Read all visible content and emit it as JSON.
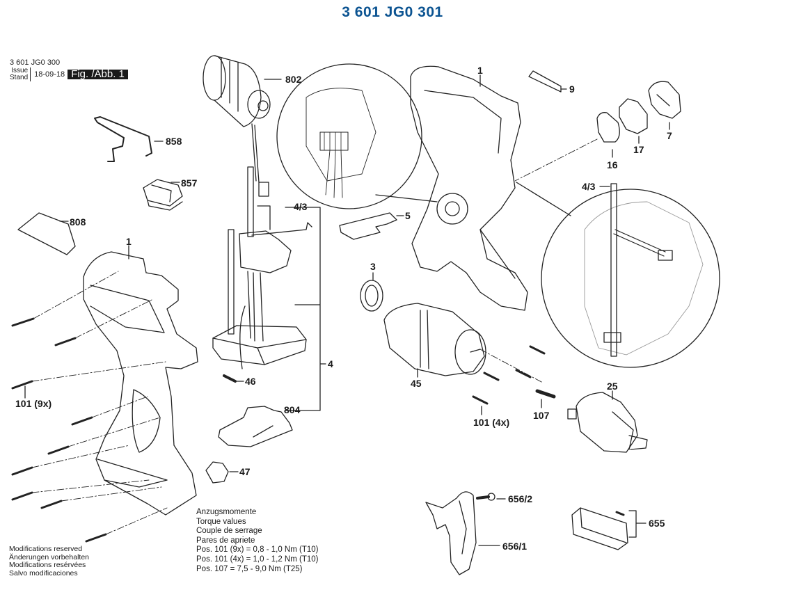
{
  "header": {
    "title": "3 601 JG0 301",
    "title_color": "#0b5391"
  },
  "meta": {
    "base_code": "3 601 JG0 300",
    "issue_label": "Issue",
    "stand_label": "Stand",
    "date": "18-09-18",
    "figure": "Fig. /Abb. 1"
  },
  "parts": {
    "p802": "802",
    "p858": "858",
    "p857": "857",
    "p808": "808",
    "p1_left": "1",
    "p1_right": "1",
    "p9": "9",
    "p7": "7",
    "p17": "17",
    "p16": "16",
    "p4_3_center": "4/3",
    "p4_3_detail": "4/3",
    "p5": "5",
    "p3": "3",
    "p4": "4",
    "p46": "46",
    "p804": "804",
    "p47": "47",
    "p45": "45",
    "p25": "25",
    "p107": "107",
    "p101_4x": "101 (4x)",
    "p101_9x": "101 (9x)",
    "p656_2": "656/2",
    "p656_1": "656/1",
    "p655": "655"
  },
  "torque": {
    "lines": [
      "Anzugsmomente",
      "Torque values",
      "Couple de serrage",
      "Pares de apriete"
    ],
    "values": [
      {
        "pos": "Pos. 101",
        "qty": "(9x)",
        "value": "= 0,8 - 1,0 Nm (T10)"
      },
      {
        "pos": "Pos. 101",
        "qty": "(4x)",
        "value": "= 1,0 - 1,2 Nm (T10)"
      },
      {
        "pos": "Pos. 107",
        "qty": "",
        "value": "= 7,5 - 9,0 Nm (T25)"
      }
    ]
  },
  "modifications": [
    "Modifications reserved",
    "Änderungen vorbehalten",
    "Modifications resérvées",
    "Salvo modificaciones"
  ]
}
